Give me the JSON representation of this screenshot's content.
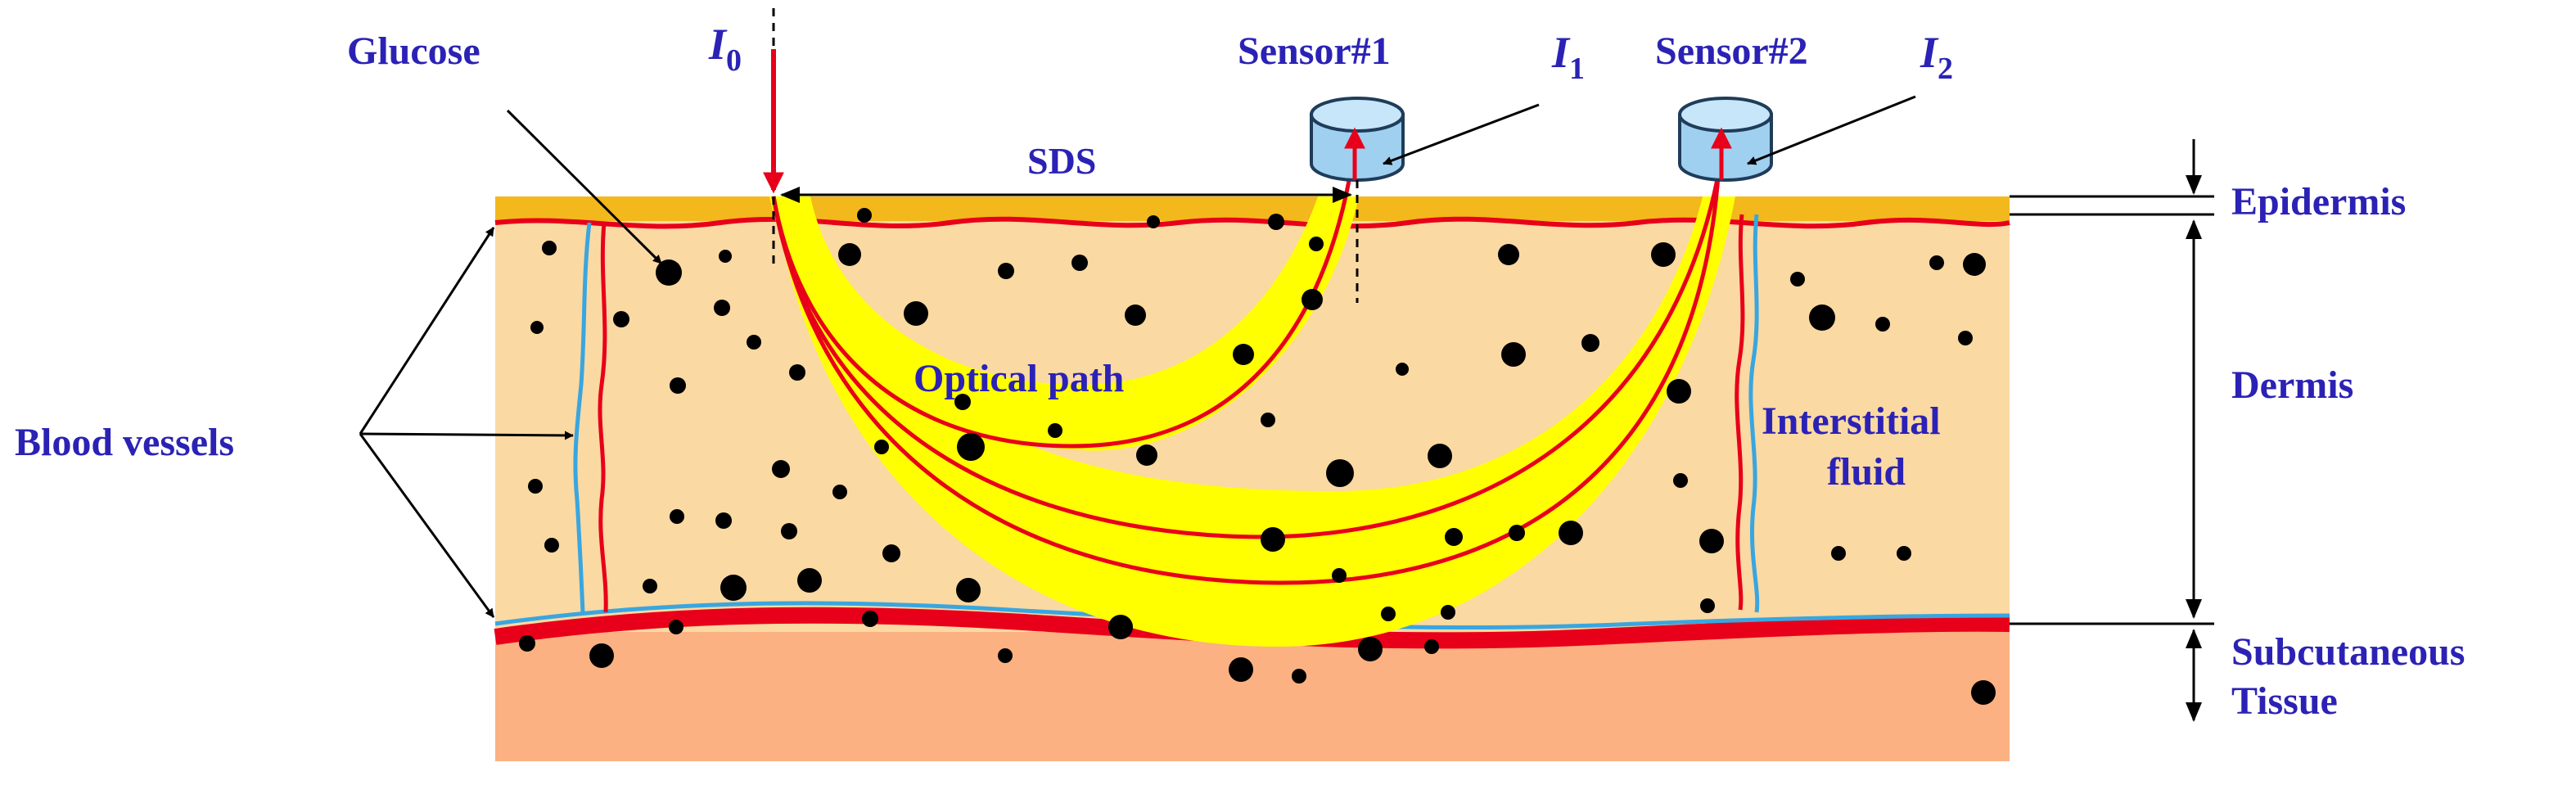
{
  "labels": {
    "glucose": "Glucose",
    "incident_main": "I",
    "incident_sub": "0",
    "sensor1": "Sensor#1",
    "i1_main": "I",
    "i1_sub": "1",
    "sensor2": "Sensor#2",
    "i2_main": "I",
    "i2_sub": "2",
    "sds": "SDS",
    "optical_path": "Optical path",
    "blood_vessels": "Blood vessels",
    "interstitial_line1": "Interstitial",
    "interstitial_line2": "fluid",
    "epidermis": "Epidermis",
    "dermis": "Dermis",
    "subcutaneous_line1": "Subcutaneous",
    "subcutaneous_line2": "Tissue"
  },
  "colors": {
    "text": "#2b22b5",
    "epidermis": "#f3b81c",
    "dermis": "#fbd9a2",
    "subcutaneous": "#fbb182",
    "optical_path": "#ffff00",
    "vessel_red": "#e8001a",
    "vessel_blue": "#39a6e0",
    "sensor": "#9fd0f0",
    "glucose": "#000000"
  }
}
